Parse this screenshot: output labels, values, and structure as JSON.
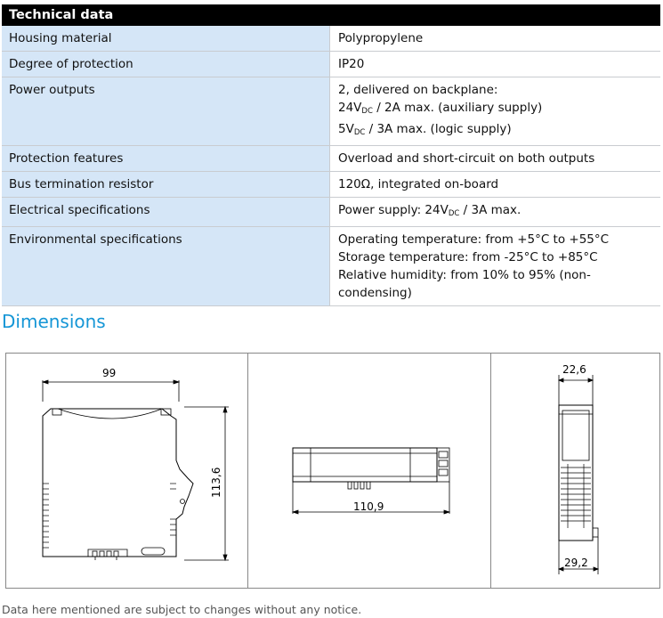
{
  "tech": {
    "header": "Technical data",
    "rows": [
      {
        "key": "Housing material",
        "lines": [
          "Polypropylene"
        ]
      },
      {
        "key": "Degree of protection",
        "lines": [
          "IP20"
        ]
      },
      {
        "key": "Power outputs",
        "lines": [
          "2, delivered on backplane:"
        ],
        "line2_pre": "24V",
        "line2_sub": "DC",
        "line2_post": " / 2A max. (auxiliary supply)",
        "line3_pre": "5V",
        "line3_sub": "DC",
        "line3_post": " / 3A max. (logic supply)"
      },
      {
        "key": "Protection features",
        "lines": [
          "Overload and short-circuit on both outputs"
        ]
      },
      {
        "key": "Bus termination resistor",
        "lines": [
          "120Ω, integrated on-board"
        ]
      },
      {
        "key": "Electrical specifications",
        "pre": "Power supply: 24V",
        "sub": "DC",
        "post": " / 3A max."
      },
      {
        "key": "Environmental specifications",
        "lines": [
          "Operating temperature: from  +5°C to  +55°C",
          "Storage temperature: from -25°C to  +85°C",
          "Relative humidity: from 10% to 95% (non-",
          "condensing)"
        ]
      }
    ]
  },
  "dimensions": {
    "title": "Dimensions",
    "side_width": "99",
    "side_height": "113,6",
    "top_length": "110,9",
    "front_width_top": "22,6",
    "front_width_bottom": "29,2"
  },
  "footnote": "Data here mentioned are subject to changes without any notice."
}
